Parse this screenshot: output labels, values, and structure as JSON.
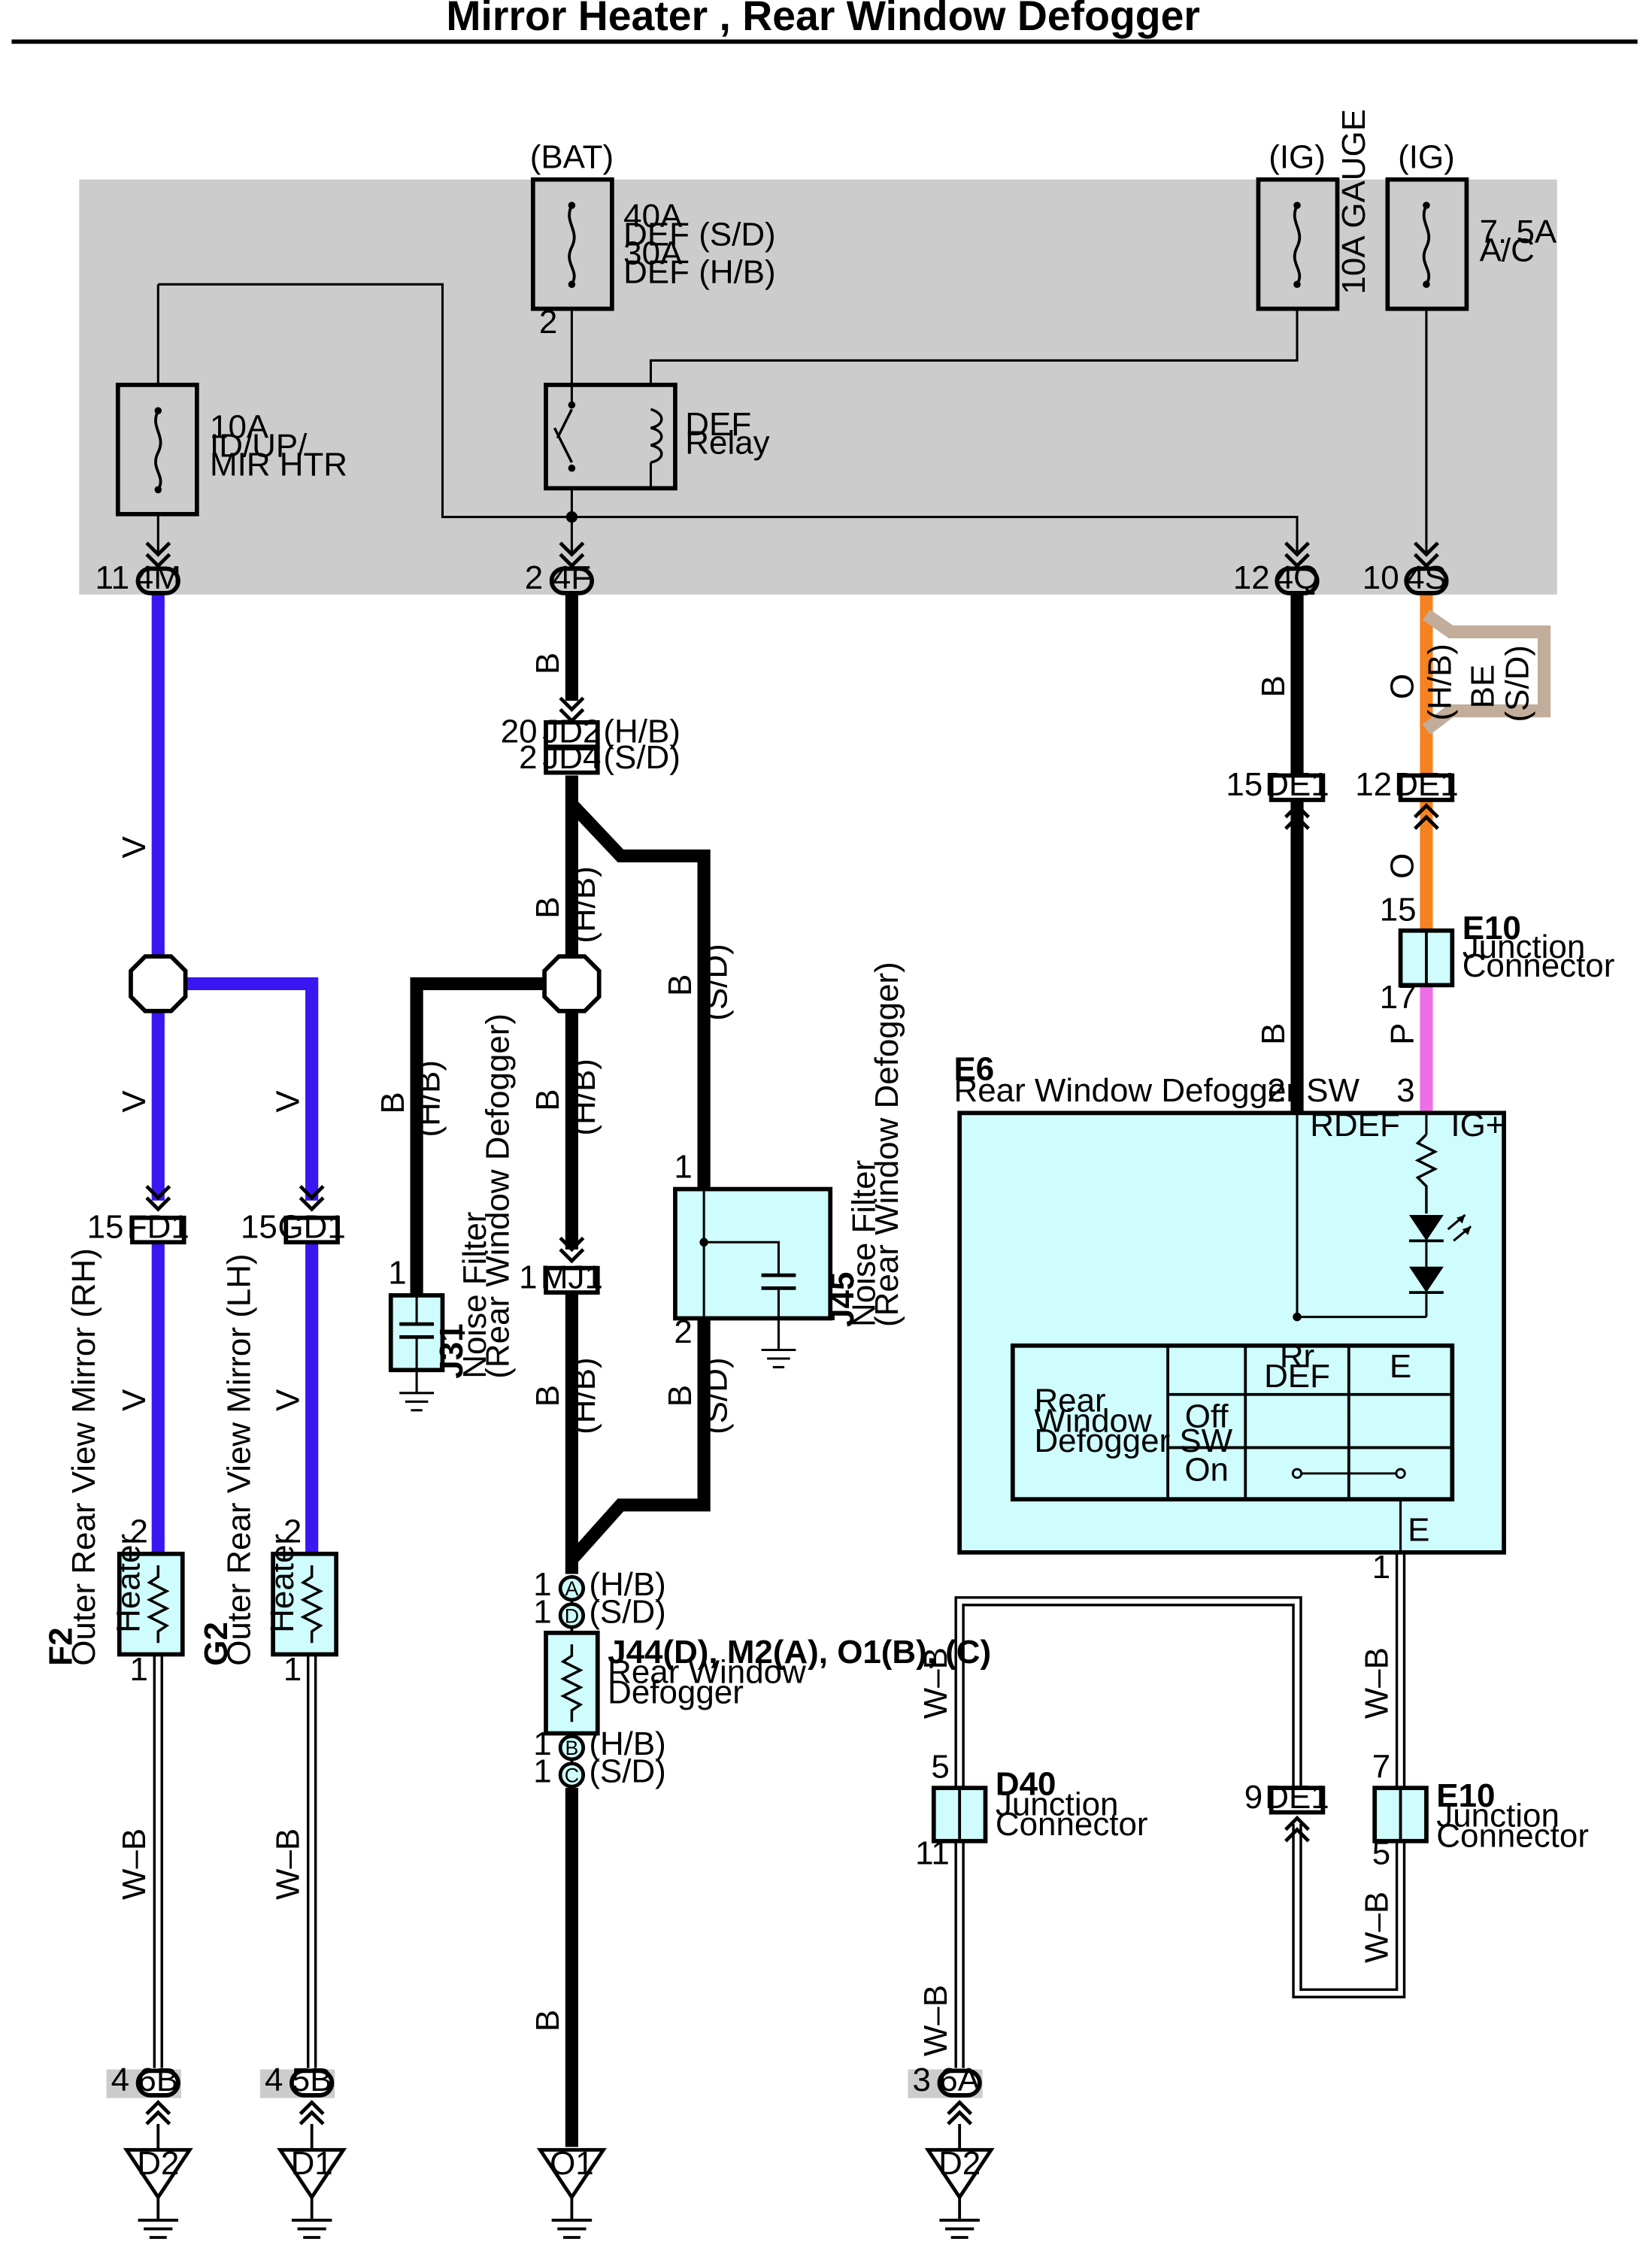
{
  "title": "Mirror Heater , Rear Window Defogger",
  "colors": {
    "violet": "#3a16f2",
    "orange": "#f58220",
    "pink": "#ee6ee6",
    "tan": "#c2ad9b",
    "black": "#000000",
    "component_fill": "#cffcfc",
    "junction_block_fill": "#cccccc"
  },
  "junction_block": {
    "supply_bat": "(BAT)",
    "supply_ig_1": "(IG)",
    "supply_ig_2": "(IG)",
    "fuse_def_line1": "40A",
    "fuse_def_line2": "DEF (S/D)",
    "fuse_def_line3": "30A",
    "fuse_def_line4": "DEF (H/B)",
    "fuse_gauge": "10A GAUGE",
    "fuse_ac_line1": "7. 5A",
    "fuse_ac_line2": "A/C",
    "fuse_mir_line1": "10A",
    "fuse_mir_line2": "ID/UP/",
    "fuse_mir_line3": "MIR HTR",
    "relay_line1": "DEF",
    "relay_line2": "Relay",
    "relay_pin": "2",
    "conn_4m_pin": "11",
    "conn_4m": "4M",
    "conn_4f_pin": "2",
    "conn_4f": "4F",
    "conn_4q_pin": "12",
    "conn_4q": "4Q",
    "conn_4s_pin": "10",
    "conn_4s": "4S"
  },
  "wires": {
    "v": "V",
    "b": "B",
    "o": "O",
    "be": "BE",
    "p": "P",
    "wb": "W–B",
    "hb": "(H/B)",
    "sd": "(S/D)"
  },
  "connectors": {
    "jd2_pin": "20",
    "jd2": "JD2",
    "jd4_pin": "2",
    "jd4": "JD4",
    "de1_a_pin": "15",
    "de1": "DE1",
    "de1_b_pin": "12",
    "de1_c_pin": "9",
    "fd1_pin": "15",
    "fd1": "FD1",
    "gd1_pin": "15",
    "gd1": "GD1",
    "mj1_pin": "1",
    "mj1": "MJ1"
  },
  "components": {
    "e10_top_id": "E10",
    "e10_top_line1": "Junction",
    "e10_top_line2": "Connector",
    "e10_top_pin_in": "15",
    "e10_top_pin_out": "17",
    "e6_id": "E6",
    "e6_name": "Rear Window Defogger SW",
    "e6_pin_2": "2",
    "e6_pin_3": "3",
    "e6_pin_1": "1",
    "e6_rdef": "RDEF",
    "e6_ig": "IG+",
    "e6_e": "E",
    "sw_table_label_1": "Rear",
    "sw_table_label_2": "Window",
    "sw_table_label_3": "Defogger SW",
    "sw_col_rr": "Rr",
    "sw_col_def": "DEF",
    "sw_col_e": "E",
    "sw_row_off": "Off",
    "sw_row_on": "On",
    "j31_id": "J31",
    "j31_line1": "Noise Filter",
    "j31_line2": "(Rear Window Defogger)",
    "j31_pin": "1",
    "j45_id": "J45",
    "j45_line1": "Noise Filter",
    "j45_line2": "(Rear Window Defogger)",
    "j45_pin_1": "1",
    "j45_pin_2": "2",
    "f2_id": "F2",
    "f2_name": "Outer Rear View Mirror (RH)",
    "f2_heater": "Heater",
    "f2_pin_2": "2",
    "f2_pin_1": "1",
    "g2_id": "G2",
    "g2_name": "Outer Rear View Mirror (LH)",
    "g2_heater": "Heater",
    "g2_pin_2": "2",
    "g2_pin_1": "1",
    "defog_id": "J44(D), M2(A), O1(B), (C)",
    "defog_line1": "Rear Window",
    "defog_line2": "Defogger",
    "defog_pin_a": "1",
    "defog_a": "A",
    "defog_a_note": "(H/B)",
    "defog_pin_d": "1",
    "defog_d": "D",
    "defog_d_note": "(S/D)",
    "defog_pin_b": "1",
    "defog_b": "B",
    "defog_b_note": "(H/B)",
    "defog_pin_c": "1",
    "defog_c": "C",
    "defog_c_note": "(S/D)",
    "d40_id": "D40",
    "d40_line1": "Junction",
    "d40_line2": "Connector",
    "d40_pin_5": "5",
    "d40_pin_11": "11",
    "e10_bot_id": "E10",
    "e10_bot_line1": "Junction",
    "e10_bot_line2": "Connector",
    "e10_bot_pin_7": "7",
    "e10_bot_pin_5": "5"
  },
  "grounds": {
    "g6b_pin": "4",
    "g6b": "6B",
    "g6b_label": "D2",
    "g5b_pin": "4",
    "g5b": "5B",
    "g5b_label": "D1",
    "go1_label": "O1",
    "g6a_pin": "3",
    "g6a": "6A",
    "g6a_label": "D2"
  }
}
